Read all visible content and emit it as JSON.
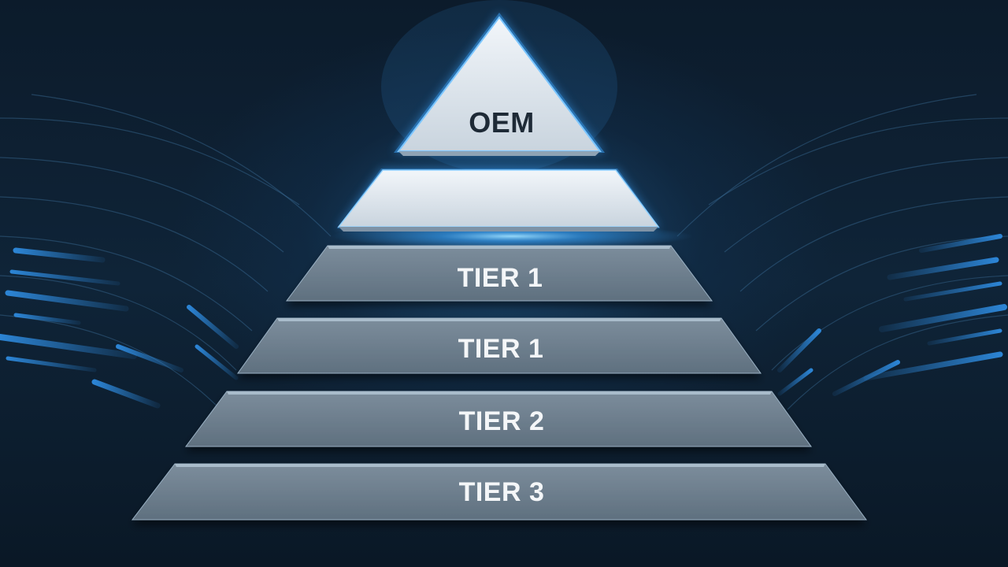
{
  "diagram": {
    "type": "pyramid",
    "levels": [
      {
        "id": "apex",
        "label": "OEM"
      },
      {
        "id": "level2",
        "label": ""
      },
      {
        "id": "level3",
        "label": "TIER 1"
      },
      {
        "id": "level4",
        "label": "TIER 1"
      },
      {
        "id": "level5",
        "label": "TIER 2"
      },
      {
        "id": "level6",
        "label": "TIER 3"
      }
    ]
  },
  "colors": {
    "background": "#0b1a2a",
    "glow": "#3aa6ff",
    "light_fill": "#dfe6ee",
    "dark_label": "#1e2a36",
    "slate_fill": "#6e7f8f",
    "light_label": "#f4f6f8",
    "streak": "#2f8fe6"
  }
}
